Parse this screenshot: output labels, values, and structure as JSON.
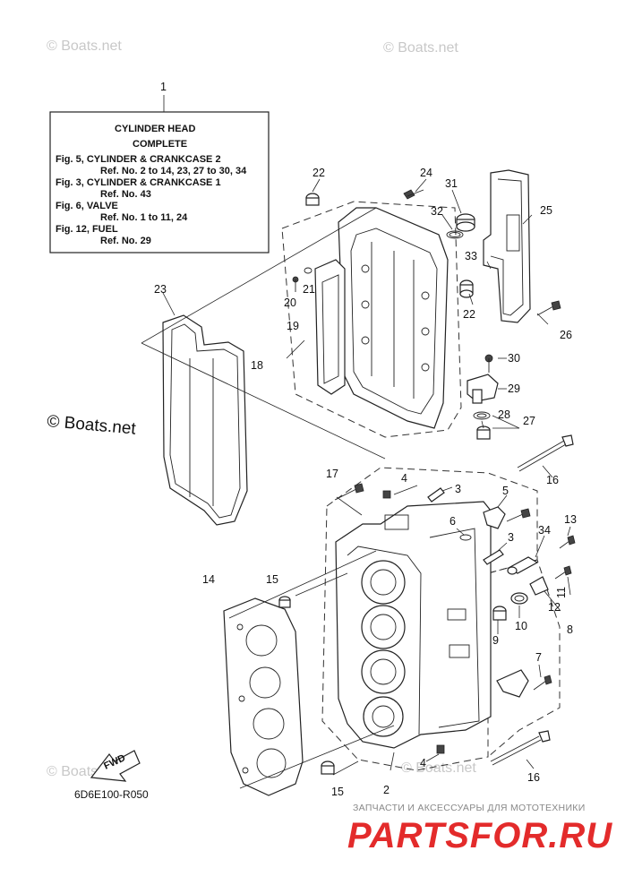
{
  "diagram_title": "CYLINDER HEAD",
  "caption_box": {
    "lines": [
      "CYLINDER HEAD",
      "COMPLETE",
      "Fig. 5, CYLINDER & CRANKCASE 2",
      "Ref. No. 2 to 14, 23, 27 to 30, 34",
      "Fig. 3, CYLINDER & CRANKCASE 1",
      "Ref. No. 43",
      "Fig. 6, VALVE",
      "Ref. No. 1 to 11, 24",
      "Fig. 12, FUEL",
      "Ref. No. 29"
    ]
  },
  "callouts": [
    "1",
    "22",
    "24",
    "31",
    "32",
    "25",
    "23",
    "21",
    "20",
    "33",
    "22",
    "19",
    "18",
    "26",
    "30",
    "29",
    "28",
    "27",
    "16",
    "17",
    "4",
    "3",
    "5",
    "6",
    "3",
    "13",
    "34",
    "14",
    "15",
    "11",
    "12",
    "10",
    "9",
    "8",
    "7",
    "15",
    "2",
    "4",
    "16"
  ],
  "diagram_code": "6D6E100-R050",
  "fwd_label": "FWD",
  "watermarks": [
    "© Boats.net",
    "© Boats.net",
    "© Boats.net",
    "© Boats.net",
    "© Boats.net"
  ],
  "brand": {
    "tagline": "ЗАПЧАСТИ И АКСЕССУАРЫ ДЛЯ МОТОТЕХНИКИ",
    "name": "PARTSFOR.RU",
    "color": "#e32b2b"
  }
}
